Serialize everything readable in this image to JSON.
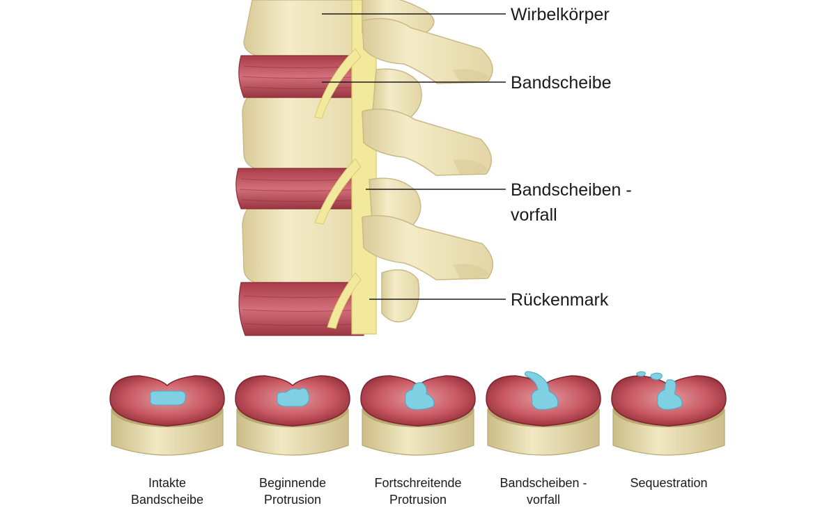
{
  "labels": {
    "vertebral_body": "Wirbelkörper",
    "disc": "Bandscheibe",
    "herniation_line1": "Bandscheiben -",
    "herniation_line2": "vorfall",
    "spinal_cord": "Rückenmark"
  },
  "stages": [
    {
      "line1": "Intakte",
      "line2": "Bandscheibe",
      "nucleus": "intact"
    },
    {
      "line1": "Beginnende",
      "line2": "Protrusion",
      "nucleus": "beginning-protrusion"
    },
    {
      "line1": "Fortschreitende",
      "line2": "Protrusion",
      "nucleus": "progressing-protrusion"
    },
    {
      "line1": "Bandscheiben -",
      "line2": "vorfall",
      "nucleus": "herniation"
    },
    {
      "line1": "Sequestration",
      "line2": "",
      "nucleus": "sequestration"
    }
  ],
  "colors": {
    "bone": "#efe5bd",
    "bone_shadow": "#d9cb98",
    "disc": "#c2545f",
    "disc_dark": "#8e2b36",
    "nerve": "#f3e99d",
    "nucleus": "#7fd0e2"
  }
}
